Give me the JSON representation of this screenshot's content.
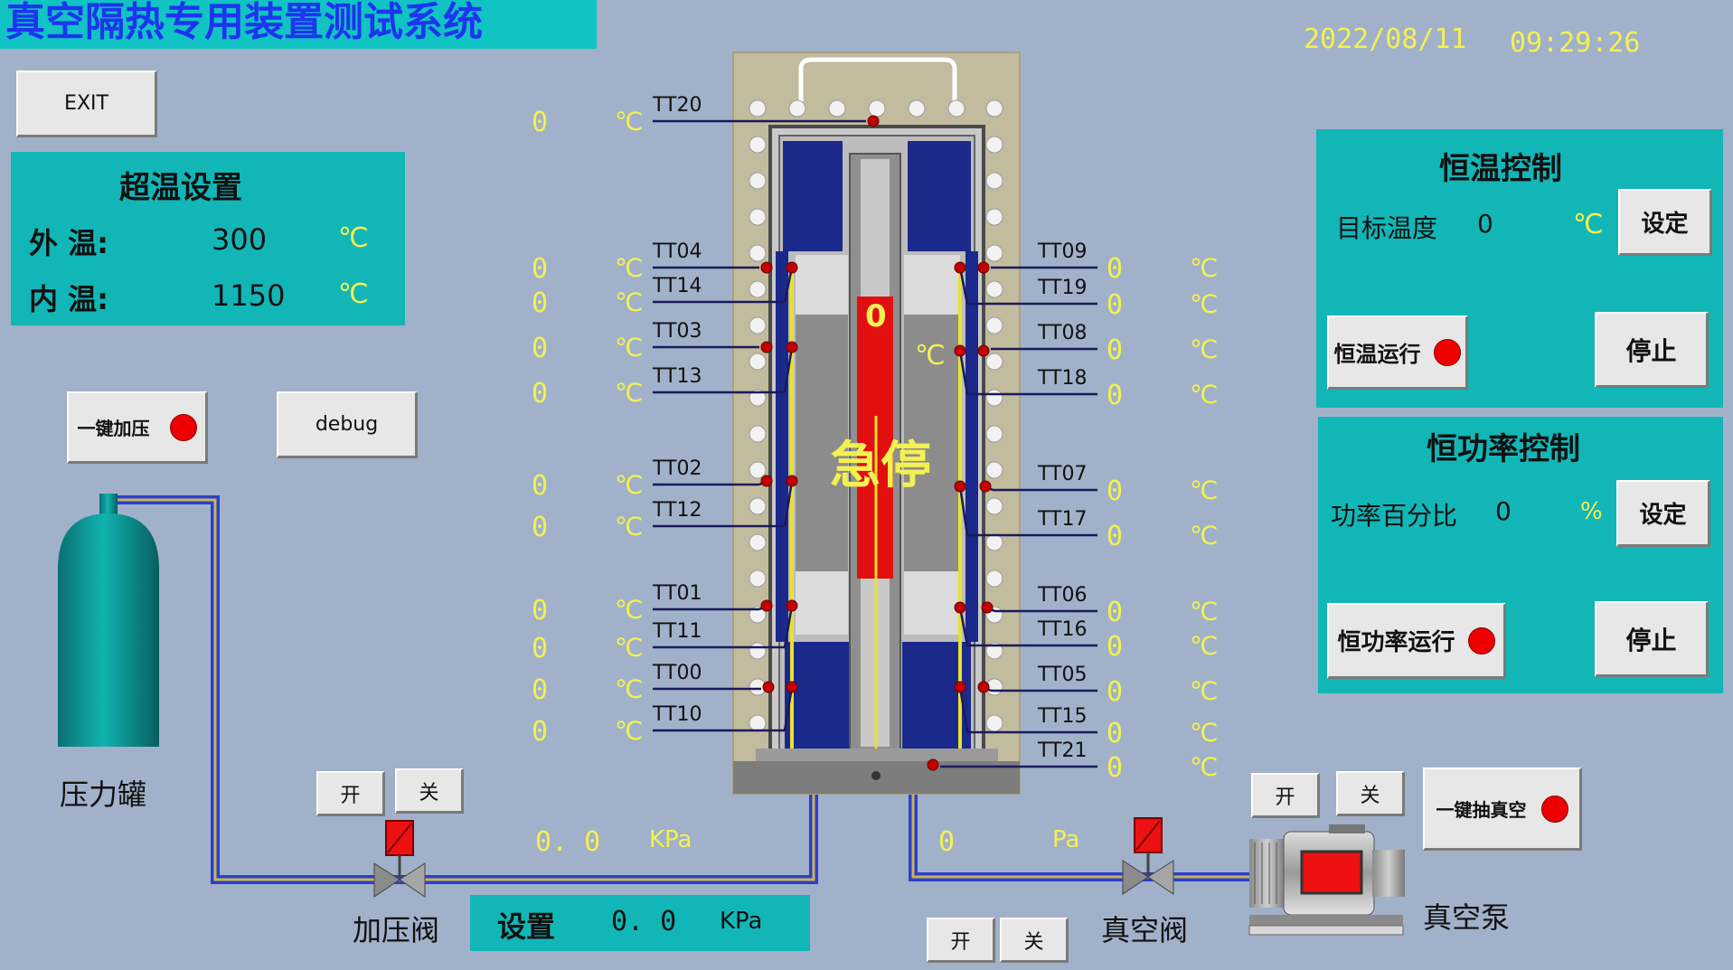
{
  "header": {
    "title": "真空隔热专用装置测试系统",
    "date": "2022/08/11",
    "time": "09:29:26"
  },
  "buttons": {
    "exit": "EXIT",
    "debug": "debug",
    "pressurize_one_key": "一键加压",
    "vacuum_one_key": "一键抽真空",
    "pressure_valve_open": "开",
    "pressure_valve_close": "关",
    "mid_valve_open": "开",
    "mid_valve_close": "关",
    "vacuum_valve_open": "开",
    "vacuum_valve_close": "关"
  },
  "over_temp": {
    "title": "超温设置",
    "outer_label": "外  温:",
    "outer_value": "300",
    "inner_label": "内  温:",
    "inner_value": "1150",
    "unit": "℃"
  },
  "const_temp": {
    "title": "恒温控制",
    "target_label": "目标温度",
    "target_value": "0",
    "unit": "℃",
    "set_label": "设定",
    "run_label": "恒温运行",
    "stop_label": "停止"
  },
  "const_power": {
    "title": "恒功率控制",
    "percent_label": "功率百分比",
    "percent_value": "0",
    "unit": "%",
    "set_label": "设定",
    "run_label": "恒功率运行",
    "stop_label": "停止"
  },
  "equipment": {
    "tank_label": "压力罐",
    "pressure_valve_label": "加压阀",
    "vacuum_valve_label": "真空阀",
    "vacuum_pump_label": "真空泵"
  },
  "readings": {
    "pressure_value": "0. 0",
    "pressure_unit": "KPa",
    "vacuum_value": "0",
    "vacuum_unit": "Pa",
    "setpoint_label": "设置",
    "setpoint_value": "0. 0",
    "setpoint_unit": "KPa"
  },
  "core": {
    "value": "0",
    "unit": "℃",
    "status": "急停"
  },
  "sensors_left": [
    {
      "tag": "TT20",
      "value": "0",
      "unit": "℃"
    },
    {
      "tag": "TT04",
      "value": "0",
      "unit": "℃"
    },
    {
      "tag": "TT14",
      "value": "0",
      "unit": "℃"
    },
    {
      "tag": "TT03",
      "value": "0",
      "unit": "℃"
    },
    {
      "tag": "TT13",
      "value": "0",
      "unit": "℃"
    },
    {
      "tag": "TT02",
      "value": "0",
      "unit": "℃"
    },
    {
      "tag": "TT12",
      "value": "0",
      "unit": "℃"
    },
    {
      "tag": "TT01",
      "value": "0",
      "unit": "℃"
    },
    {
      "tag": "TT11",
      "value": "0",
      "unit": "℃"
    },
    {
      "tag": "TT00",
      "value": "0",
      "unit": "℃"
    },
    {
      "tag": "TT10",
      "value": "0",
      "unit": "℃"
    }
  ],
  "sensors_right": [
    {
      "tag": "TT09",
      "value": "0",
      "unit": "℃"
    },
    {
      "tag": "TT19",
      "value": "0",
      "unit": "℃"
    },
    {
      "tag": "TT08",
      "value": "0",
      "unit": "℃"
    },
    {
      "tag": "TT18",
      "value": "0",
      "unit": "℃"
    },
    {
      "tag": "TT07",
      "value": "0",
      "unit": "℃"
    },
    {
      "tag": "TT17",
      "value": "0",
      "unit": "℃"
    },
    {
      "tag": "TT06",
      "value": "0",
      "unit": "℃"
    },
    {
      "tag": "TT16",
      "value": "0",
      "unit": "℃"
    },
    {
      "tag": "TT05",
      "value": "0",
      "unit": "℃"
    },
    {
      "tag": "TT15",
      "value": "0",
      "unit": "℃"
    },
    {
      "tag": "TT21",
      "value": "0",
      "unit": "℃"
    }
  ],
  "colors": {
    "background": "#a1b1c9",
    "panel": "#13b6b6",
    "title_text": "#1e35f0",
    "readout": "#f3f052",
    "lamp_red": "#ee0000",
    "pipe": "#2a3fd0"
  }
}
